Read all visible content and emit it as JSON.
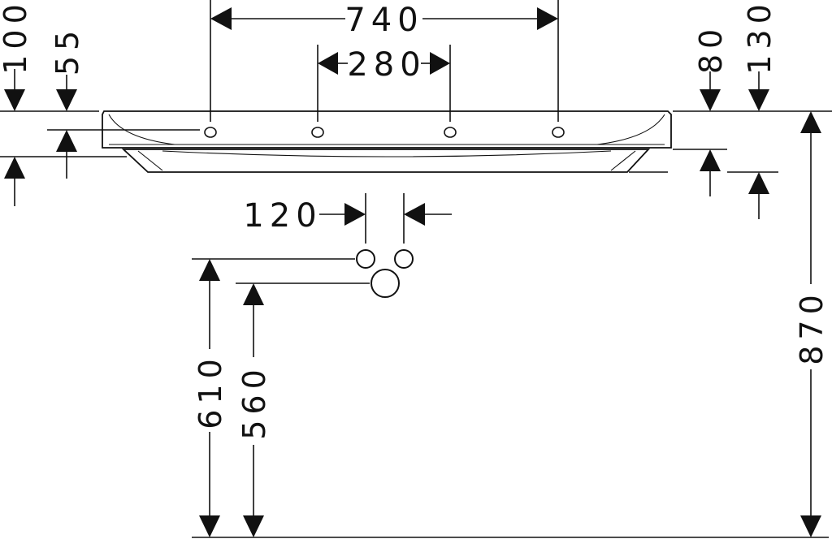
{
  "dimensions": {
    "overall_width": "740",
    "tap_spacing": "280",
    "drain_offset": "120",
    "left_height_outer": "100",
    "left_height_inner": "55",
    "right_height_inner": "80",
    "right_height_outer": "130",
    "total_height": "870",
    "drain_height_upper": "610",
    "drain_height_lower": "560"
  },
  "colors": {
    "line": "#111111",
    "background": "#ffffff"
  }
}
